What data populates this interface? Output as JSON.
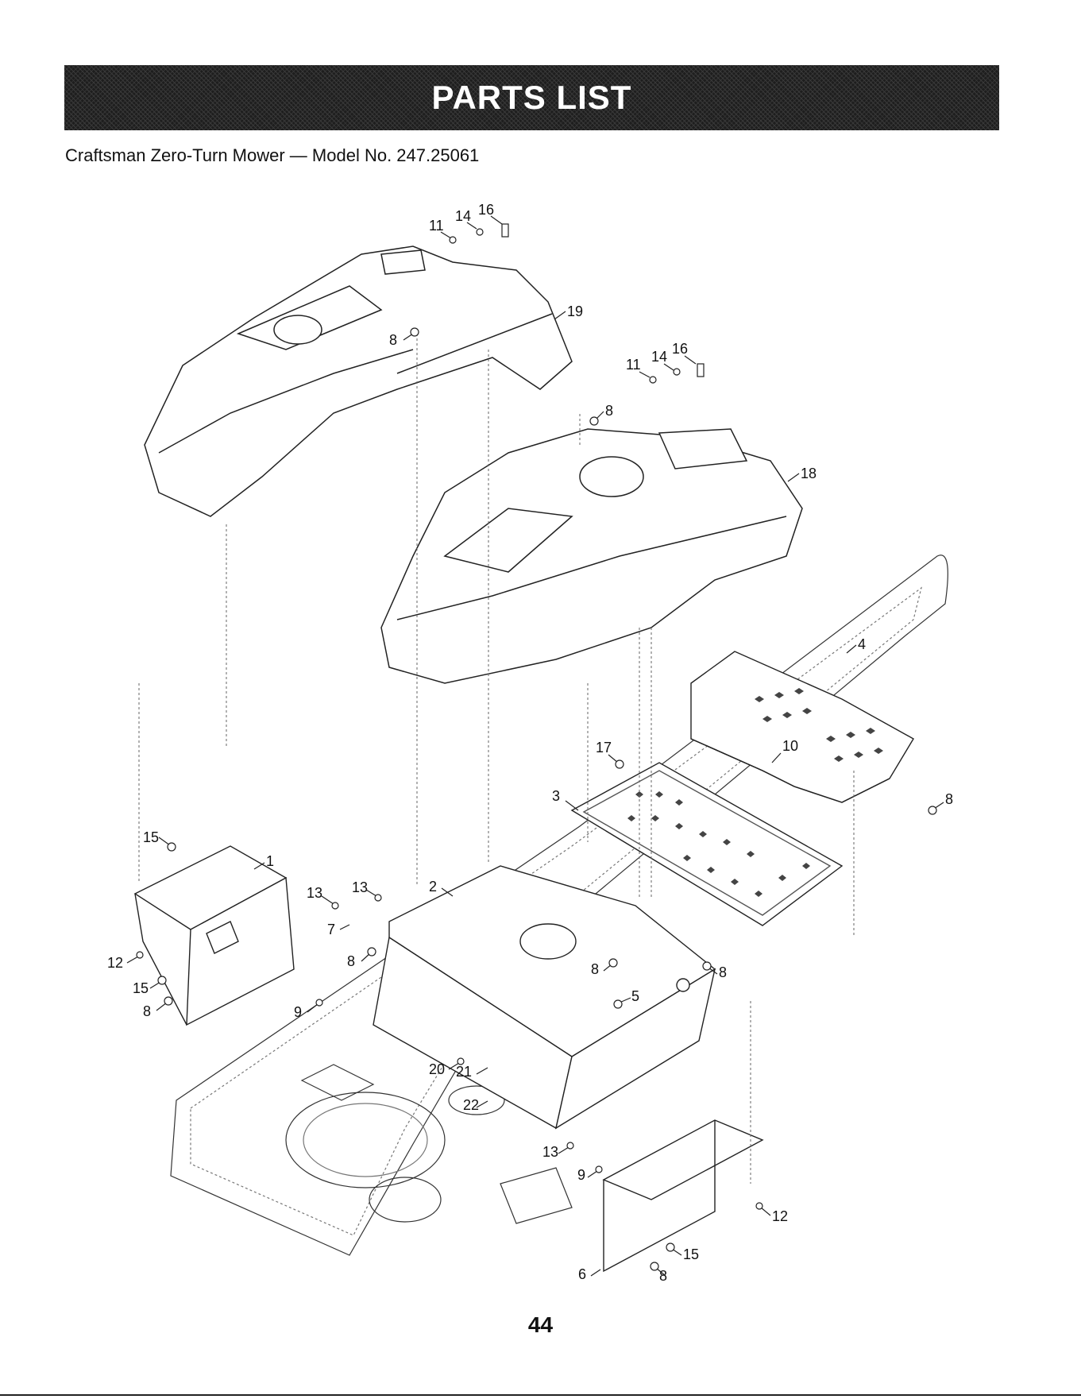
{
  "header": {
    "title": "PARTS LIST",
    "subtitle": "Craftsman Zero-Turn Mower — Model No. 247.25061"
  },
  "diagram": {
    "callouts": [
      {
        "id": "c-11a",
        "label": "11"
      },
      {
        "id": "c-14a",
        "label": "14"
      },
      {
        "id": "c-16a",
        "label": "16"
      },
      {
        "id": "c-19",
        "label": "19"
      },
      {
        "id": "c-8a",
        "label": "8"
      },
      {
        "id": "c-11b",
        "label": "11"
      },
      {
        "id": "c-14b",
        "label": "14"
      },
      {
        "id": "c-16b",
        "label": "16"
      },
      {
        "id": "c-8b",
        "label": "8"
      },
      {
        "id": "c-18",
        "label": "18"
      },
      {
        "id": "c-4",
        "label": "4"
      },
      {
        "id": "c-17",
        "label": "17"
      },
      {
        "id": "c-10",
        "label": "10"
      },
      {
        "id": "c-3",
        "label": "3"
      },
      {
        "id": "c-8c",
        "label": "8"
      },
      {
        "id": "c-15a",
        "label": "15"
      },
      {
        "id": "c-1",
        "label": "1"
      },
      {
        "id": "c-13a",
        "label": "13"
      },
      {
        "id": "c-13b",
        "label": "13"
      },
      {
        "id": "c-2",
        "label": "2"
      },
      {
        "id": "c-7",
        "label": "7"
      },
      {
        "id": "c-8d",
        "label": "8"
      },
      {
        "id": "c-12a",
        "label": "12"
      },
      {
        "id": "c-15b",
        "label": "15"
      },
      {
        "id": "c-8e",
        "label": "8"
      },
      {
        "id": "c-9a",
        "label": "9"
      },
      {
        "id": "c-8f",
        "label": "8"
      },
      {
        "id": "c-8g",
        "label": "8"
      },
      {
        "id": "c-5",
        "label": "5"
      },
      {
        "id": "c-20",
        "label": "20"
      },
      {
        "id": "c-21",
        "label": "21"
      },
      {
        "id": "c-22",
        "label": "22"
      },
      {
        "id": "c-13c",
        "label": "13"
      },
      {
        "id": "c-9b",
        "label": "9"
      },
      {
        "id": "c-12b",
        "label": "12"
      },
      {
        "id": "c-6",
        "label": "6"
      },
      {
        "id": "c-15c",
        "label": "15"
      },
      {
        "id": "c-8h",
        "label": "8"
      }
    ]
  },
  "footer": {
    "page_number": "44"
  }
}
